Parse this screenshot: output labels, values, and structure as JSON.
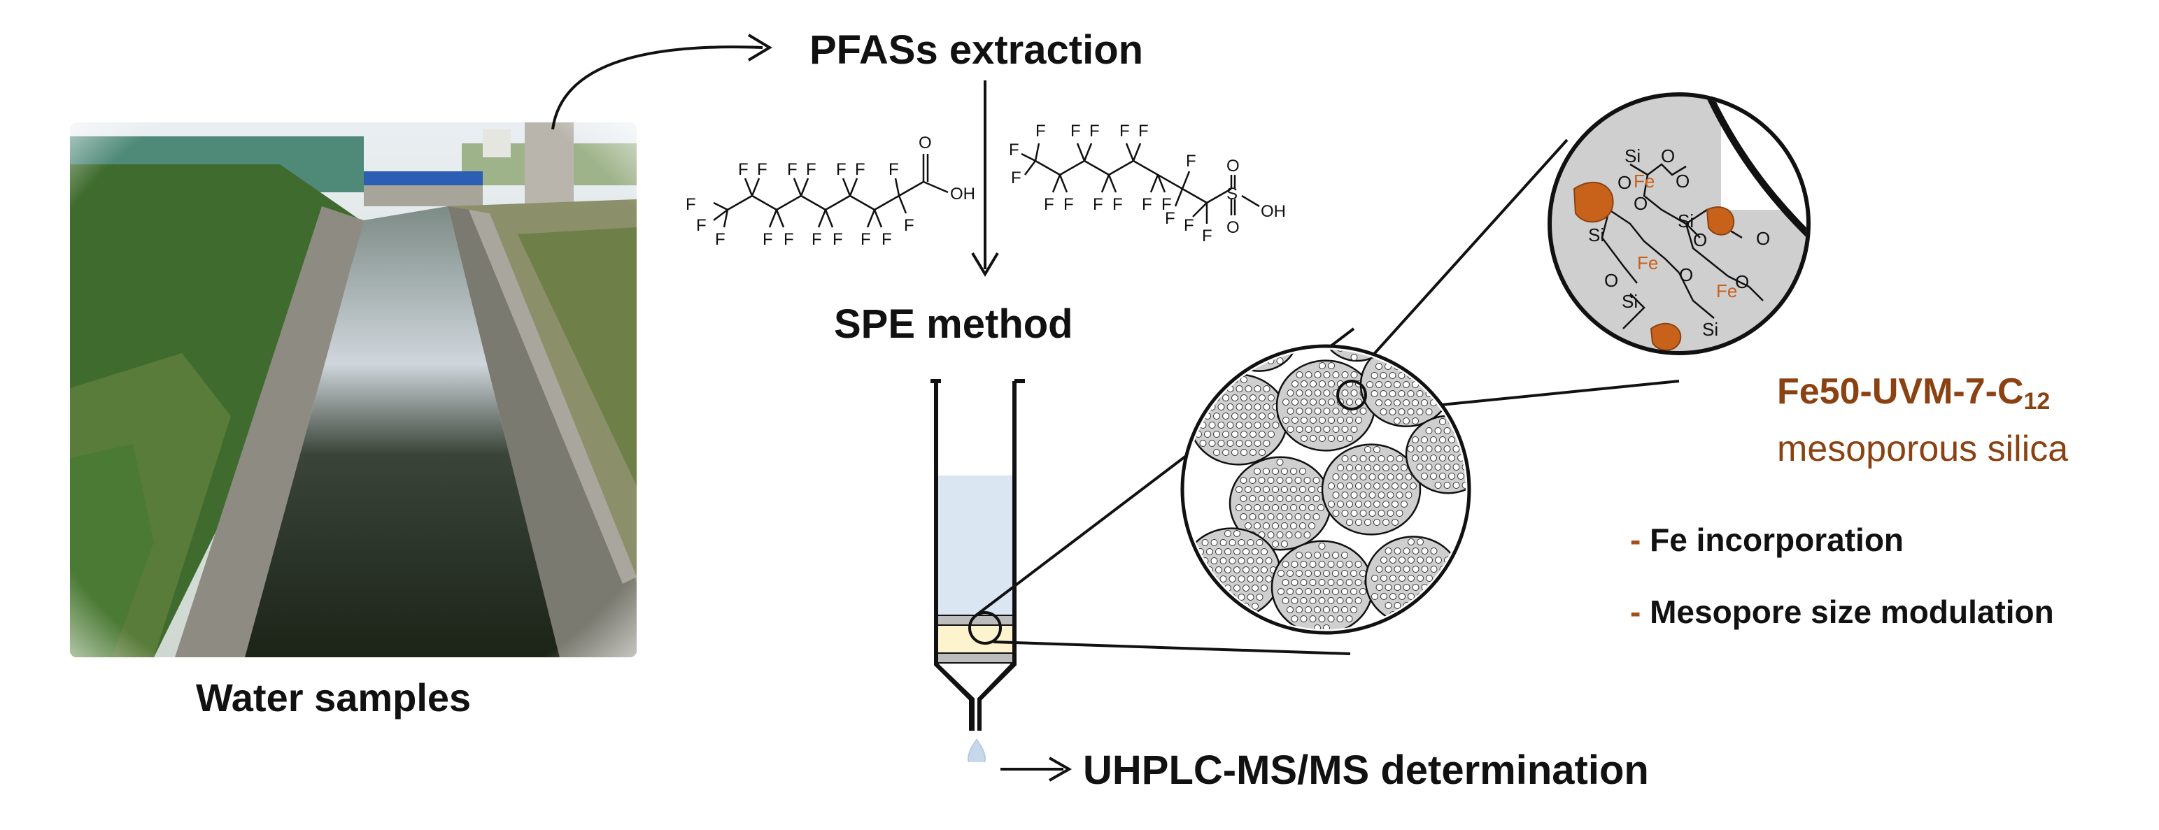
{
  "labels": {
    "water_samples": "Water samples",
    "pfas_extraction": "PFASs extraction",
    "spe_method": "SPE method",
    "uhplc": "UHPLC-MS/MS determination",
    "material_name_main": "Fe50-UVM-7-C",
    "material_name_sub": "12",
    "material_desc": "mesoporous silica"
  },
  "bullets": [
    {
      "dash": "-",
      "text": "Fe incorporation"
    },
    {
      "dash": "-",
      "text": "Mesopore size modulation"
    }
  ],
  "molecule_atoms": {
    "f": "F",
    "oh": "OH",
    "o": "O",
    "s": "S",
    "si": "Si",
    "fe": "Fe"
  },
  "colors": {
    "accent_brown": "#8a4212",
    "iron_orange": "#c8621b",
    "silica_gray": "#cfcfcf",
    "water_blue": "#dbe6f3",
    "sorbent_yellow": "#fdf3cf"
  }
}
